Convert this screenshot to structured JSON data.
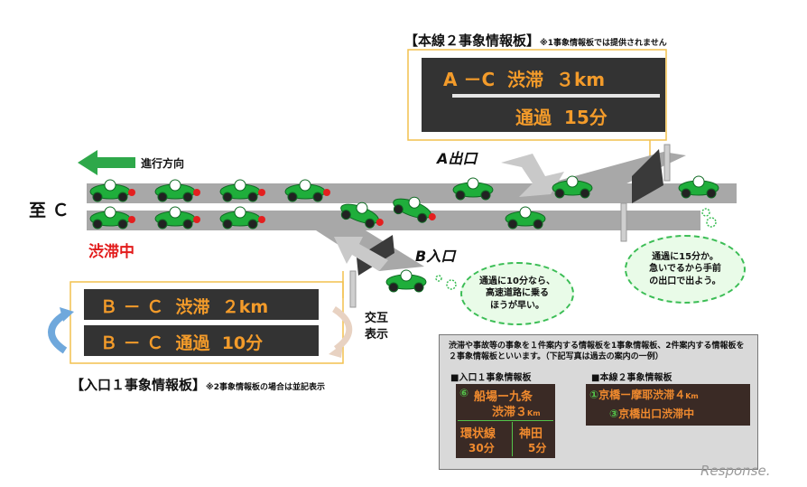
{
  "mainline_board": {
    "title": "【本線２事象情報板】",
    "note": "※1事象情報板では提供されません",
    "line1": "A －C  渋滞  ３km",
    "line2": "通過  15分"
  },
  "direction_label": "進行方向",
  "destination_label": "至 Ｃ",
  "congestion_label": "渋滞中",
  "exit_a_label": "A出口",
  "entry_b_label": "B入口",
  "entrance_board": {
    "line1": "Ｂ － Ｃ  渋滞  ２km",
    "line2": "Ｂ － Ｃ  通過  10分",
    "alternate_label": "交互\n表示",
    "title": "【入口１事象情報板】",
    "note": "※2事象情報板の場合は並記表示"
  },
  "bubbles": {
    "left": "通過に10分なら、\n高速道路に乗る\nほうが早い。",
    "right": "通過に15分か。\n急いでるから手前\nの出口で出よう。"
  },
  "info_box": {
    "description": "渋滞や事故等の事象を１件案内する情報板を1事象情報板、2件案内する情報板を２事象情報板といいます。（下記写真は過去の案内の一例）",
    "entrance_heading": "■入口１事象情報板",
    "mainline_heading": "■本線２事象情報板",
    "photo1": {
      "route_badge": "⑥",
      "top_text": "船場ー九条",
      "mid_text": "渋滞３",
      "mid_unit": "Km",
      "route_name": "環状線",
      "route_time": "30分",
      "dest_name": "神田",
      "dest_time": "5分"
    },
    "photo2": {
      "badge1": "①",
      "line1": "京橋ー摩耶渋滞４",
      "line1_unit": "Km",
      "badge2": "③",
      "line2": "京橋出口渋滞中"
    }
  },
  "watermark": "Response."
}
